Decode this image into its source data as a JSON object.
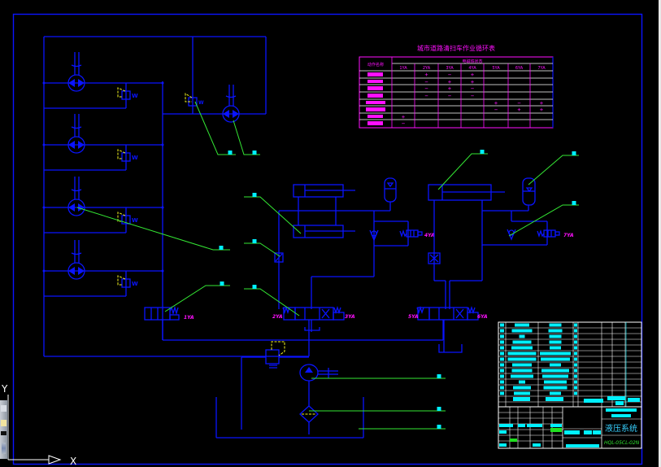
{
  "drawing": {
    "type": "hydraulic-schematic",
    "background_color": "#000000",
    "line_color": "#0a14ff",
    "leader_color": "#34e834",
    "balloon_color": "#00f0ff",
    "label_color": "#ff10ff",
    "pilot_line_color": "#f0f020"
  },
  "cycle_table": {
    "title": "城市道路清扫车作业循环表",
    "action_header": "动作名称",
    "group_header": "电磁铁状态",
    "columns": [
      "1YA",
      "2YA",
      "3YA",
      "4YA",
      "5YA",
      "6YA",
      "7YA"
    ],
    "rows": [
      {
        "action": "",
        "states": [
          "",
          "+",
          "−",
          "+",
          "",
          "",
          ""
        ]
      },
      {
        "action": "",
        "states": [
          "",
          "−",
          "+",
          "+",
          "",
          "",
          ""
        ]
      },
      {
        "action": "",
        "states": [
          "",
          "−",
          "+",
          "−",
          "",
          "",
          ""
        ]
      },
      {
        "action": "",
        "states": [
          "",
          "−",
          "−",
          "−",
          "",
          "",
          ""
        ]
      },
      {
        "action": "",
        "states": [
          "",
          "",
          "",
          "",
          "+",
          "−",
          "+"
        ]
      },
      {
        "action": "",
        "states": [
          "",
          "",
          "",
          "",
          "−",
          "+",
          "+"
        ]
      },
      {
        "action": "",
        "states": [
          "+",
          "",
          "",
          "",
          "",
          "",
          ""
        ]
      },
      {
        "action": "",
        "states": [
          "−",
          "",
          "",
          "",
          "",
          "",
          ""
        ]
      }
    ]
  },
  "solenoid_labels": {
    "1YA": "1YA",
    "2YA": "2YA",
    "3YA": "3YA",
    "4YA": "4YA",
    "5YA": "5YA",
    "6YA": "6YA",
    "7YA": "7YA"
  },
  "spring_mark": "W",
  "title_block": {
    "drawing_name": "液压系统",
    "drawing_code": "HQL-05CL-02N"
  },
  "ucs": {
    "x_label": "X",
    "y_label": "Y"
  }
}
